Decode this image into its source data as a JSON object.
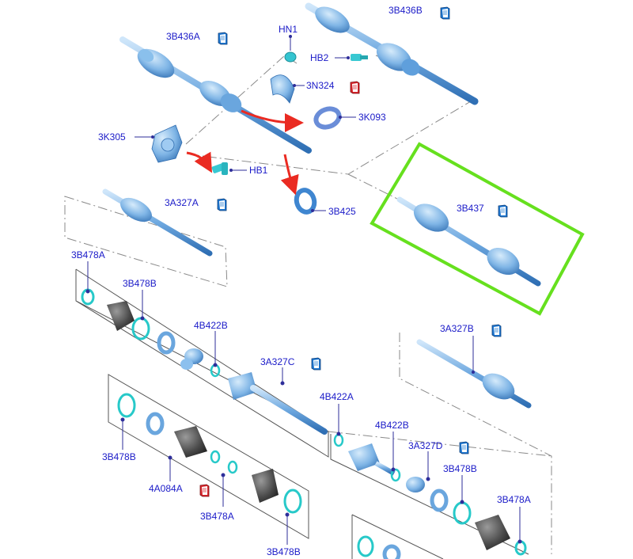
{
  "diagram": {
    "title": "Front drive shaft and joints exploded view",
    "colors": {
      "label": "#1a1ac8",
      "highlight": "#66e01e",
      "arrow": "#ea2b22",
      "part_light": "#a9d3f5",
      "part_mid": "#5f9fdc",
      "part_dark": "#2f6fb4",
      "boot": "#4a4a4a",
      "clip": "#27c9c9",
      "book_blue": "#1f77d0",
      "book_red": "#d8262c"
    },
    "labels": {
      "hn1": "HN1",
      "p3b436b": "3B436B",
      "p3b436a": "3B436A",
      "hb2": "HB2",
      "p3n324": "3N324",
      "p3k093": "3K093",
      "p3k305": "3K305",
      "hb1": "HB1",
      "p3a327a": "3A327A",
      "p3b425": "3B425",
      "p3b437": "3B437",
      "p3b478a_1": "3B478A",
      "p3b478b_1": "3B478B",
      "p4b422b_1": "4B422B",
      "p3a327b": "3A327B",
      "p3a327c": "3A327C",
      "p4b422a": "4B422A",
      "p4b422b_2": "4B422B",
      "p3a327d": "3A327D",
      "p3b478b_2": "3B478B",
      "p3b478a_2": "3B478A",
      "p3b478b_3": "3B478B",
      "p4a084a": "4A084A",
      "p3b478a_3": "3B478A",
      "p3b478b_4": "3B478B"
    },
    "icons": {
      "book_blue": "book-blue-icon",
      "book_red": "book-red-icon"
    }
  }
}
